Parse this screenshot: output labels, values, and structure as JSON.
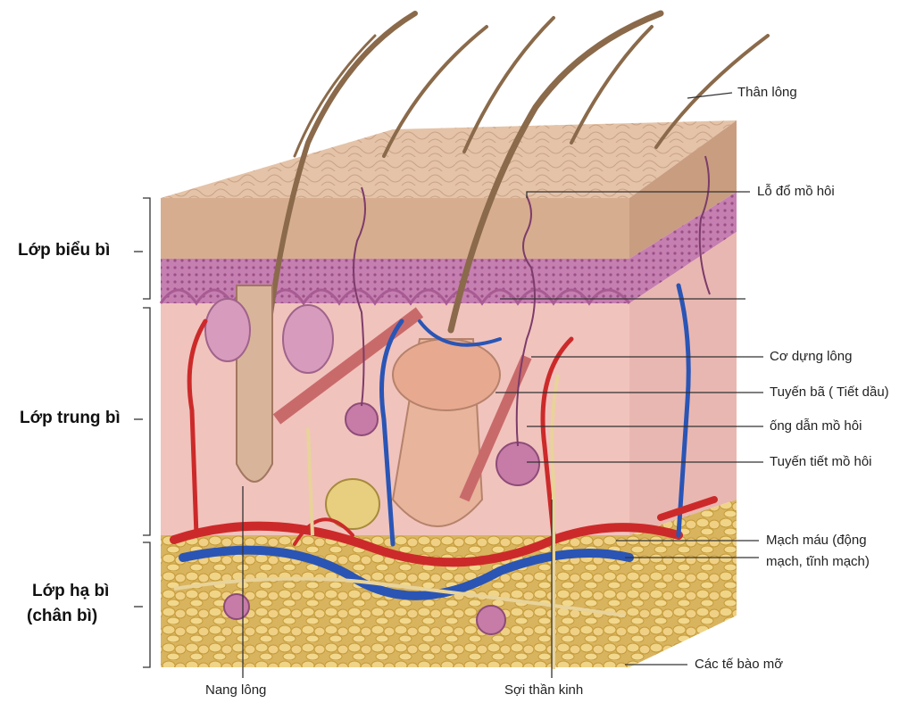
{
  "layers": {
    "epidermis": "Lớp biểu bì",
    "dermis": "Lớp trung bì",
    "hypodermis_line1": "Lớp hạ bì",
    "hypodermis_line2": "(chân bì)"
  },
  "labels": {
    "hair_shaft": "Thân lông",
    "sweat_pore": "Lỗ đổ mồ hôi",
    "arrector_muscle": "Cơ dựng lông",
    "sebaceous_gland": "Tuyến bã ( Tiết dầu)",
    "sweat_duct": "ống dẫn mồ hôi",
    "sweat_gland": "Tuyến tiết mồ hôi",
    "blood_vessel_line1": "Mạch máu (động",
    "blood_vessel_line2": "mạch, tĩnh mạch)",
    "fat_cells": "Các tế bào mỡ",
    "hair_follicle": "Nang lông",
    "nerve_fiber": "Sợi thần kinh"
  },
  "colors": {
    "epidermis_top": "#d9b39a",
    "epidermis_band": "#c98fb3",
    "dermis": "#f1c3bd",
    "hypodermis_fat": "#e8cb7a",
    "artery": "#cc2a2a",
    "vein": "#2a55b5",
    "hair": "#8a6a4a"
  }
}
